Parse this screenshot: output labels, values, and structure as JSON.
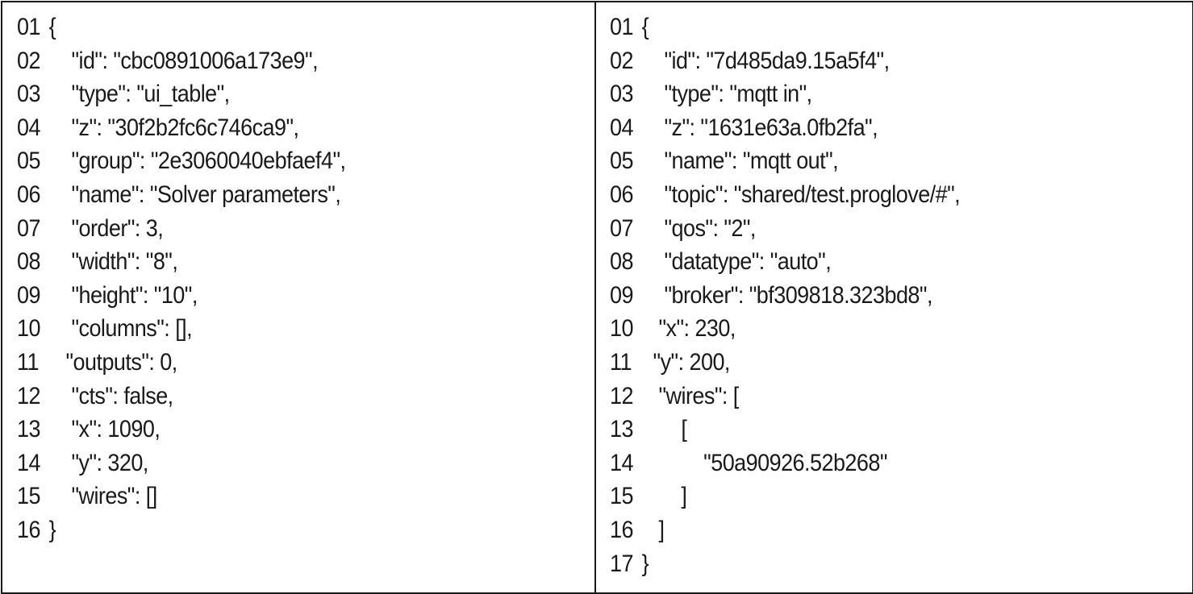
{
  "left_panel": {
    "lines": [
      {
        "num": "01",
        "text": "{"
      },
      {
        "num": "02",
        "text": "    \"id\": \"cbc0891006a173e9\","
      },
      {
        "num": "03",
        "text": "    \"type\": \"ui_table\","
      },
      {
        "num": "04",
        "text": "    \"z\": \"30f2b2fc6c746ca9\","
      },
      {
        "num": "05",
        "text": "    \"group\": \"2e3060040ebfaef4\","
      },
      {
        "num": "06",
        "text": "    \"name\": \"Solver parameters\","
      },
      {
        "num": "07",
        "text": "    \"order\": 3,"
      },
      {
        "num": "08",
        "text": "    \"width\": \"8\","
      },
      {
        "num": "09",
        "text": "    \"height\": \"10\","
      },
      {
        "num": "10",
        "text": "    \"columns\": [],"
      },
      {
        "num": "11",
        "text": "   \"outputs\": 0,"
      },
      {
        "num": "12",
        "text": "    \"cts\": false,"
      },
      {
        "num": "13",
        "text": "    \"x\": 1090,"
      },
      {
        "num": "14",
        "text": "    \"y\": 320,"
      },
      {
        "num": "15",
        "text": "    \"wires\": []"
      },
      {
        "num": "16",
        "text": "}"
      }
    ]
  },
  "right_panel": {
    "lines": [
      {
        "num": "01",
        "text": "{"
      },
      {
        "num": "02",
        "text": "    \"id\": \"7d485da9.15a5f4\","
      },
      {
        "num": "03",
        "text": "    \"type\": \"mqtt in\","
      },
      {
        "num": "04",
        "text": "    \"z\": \"1631e63a.0fb2fa\","
      },
      {
        "num": "05",
        "text": "    \"name\": \"mqtt out\","
      },
      {
        "num": "06",
        "text": "    \"topic\": \"shared/test.proglove/#\","
      },
      {
        "num": "07",
        "text": "    \"qos\": \"2\","
      },
      {
        "num": "08",
        "text": "    \"datatype\": \"auto\","
      },
      {
        "num": "09",
        "text": "    \"broker\": \"bf309818.323bd8\","
      },
      {
        "num": "10",
        "text": "   \"x\": 230,"
      },
      {
        "num": "11",
        "text": "  \"y\": 200,"
      },
      {
        "num": "12",
        "text": "   \"wires\": ["
      },
      {
        "num": "13",
        "text": "       ["
      },
      {
        "num": "14",
        "text": "           \"50a90926.52b268\""
      },
      {
        "num": "15",
        "text": "       ]"
      },
      {
        "num": "16",
        "text": "   ]"
      },
      {
        "num": "17",
        "text": "}"
      }
    ]
  }
}
